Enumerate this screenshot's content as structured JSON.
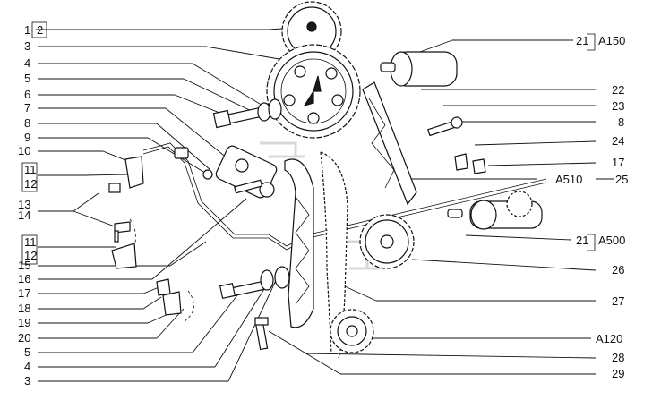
{
  "callouts": {
    "left": [
      "1",
      "2",
      "3",
      "4",
      "5",
      "6",
      "7",
      "8",
      "9",
      "10",
      "11",
      "12",
      "13",
      "14",
      "11",
      "12",
      "15",
      "16",
      "17",
      "18",
      "19",
      "20",
      "5",
      "4",
      "3"
    ],
    "right_refs": {
      "a150_num": "21",
      "a150": "A150",
      "n22": "22",
      "n23": "23",
      "n8": "8",
      "n24": "24",
      "n17": "17",
      "a510": "A510",
      "n25": "25",
      "a500_num": "21",
      "a500": "A500",
      "n26": "26",
      "n27": "27",
      "a120": "A120",
      "n28": "28",
      "n29": "29"
    }
  },
  "icons": [
    "camshaft-sprocket",
    "chain-guide",
    "chain-tensioner",
    "timing-chain",
    "oil-pipe",
    "bolt",
    "washer",
    "crankshaft-sprocket",
    "idler-sprocket"
  ]
}
